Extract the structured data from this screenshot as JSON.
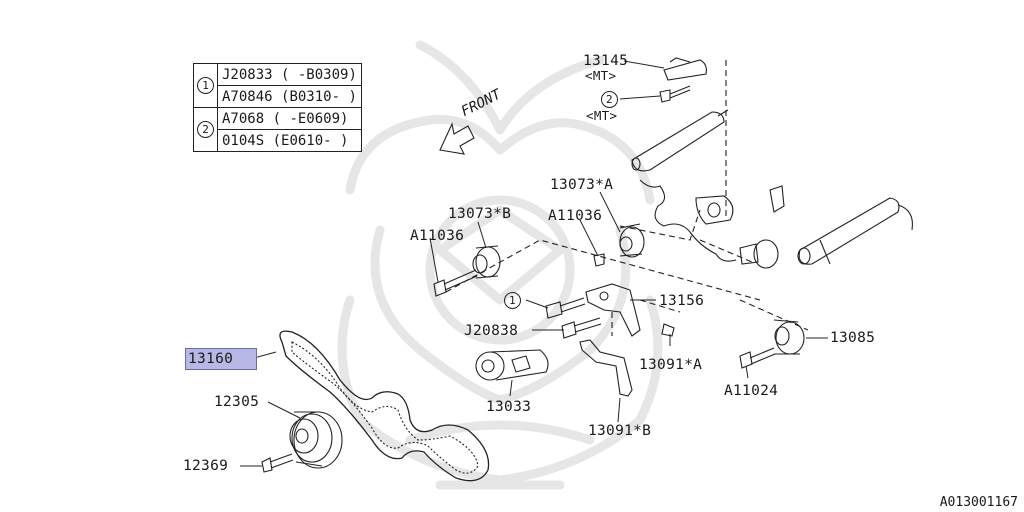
{
  "table": {
    "rows": [
      {
        "marker": "1",
        "part": "J20833",
        "range": "( -B0309)"
      },
      {
        "marker": "",
        "part": "A70846",
        "range": "(B0310- )"
      },
      {
        "marker": "2",
        "part": "A7068",
        "range": "( -E0609)"
      },
      {
        "marker": "",
        "part": "0104S",
        "range": "(E0610- )"
      }
    ]
  },
  "front_label": "FRONT",
  "labels": {
    "p13145": "13145",
    "p13145_mt": "<MT>",
    "c2_mt": "<MT>",
    "p13073a": "13073*A",
    "p13073b": "13073*B",
    "a11036_left": "A11036",
    "a11036_right": "A11036",
    "p13156": "13156",
    "j20838": "J20838",
    "p13160": "13160",
    "p13085": "13085",
    "p13091a": "13091*A",
    "a11024": "A11024",
    "p12305": "12305",
    "p13033": "13033",
    "p13091b": "13091*B",
    "p12369": "12369",
    "circle1": "1",
    "circle2": "2"
  },
  "diagram_ref": "A013001167"
}
